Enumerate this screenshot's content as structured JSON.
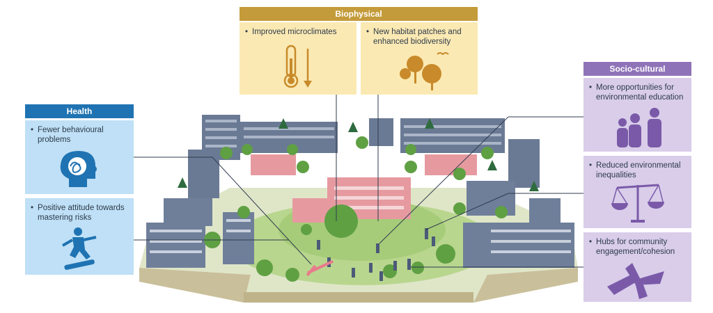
{
  "biophysical": {
    "title": "Biophysical",
    "items": [
      "Improved microclimates",
      "New habitat patches and enhanced biodiversity"
    ],
    "color": "#c39b3a",
    "card_color": "#fbe9b3",
    "icons": [
      "thermometer-icon",
      "trees-birds-icon"
    ]
  },
  "sociocultural": {
    "title": "Socio-cultural",
    "items": [
      "More opportunities for environmental education",
      "Reduced environmental inequalities",
      "Hubs for community engagement/cohesion"
    ],
    "color": "#8f73b8",
    "card_color": "#d9cdea",
    "icons": [
      "teacher-students-icon",
      "balance-scale-icon",
      "joined-hands-icon"
    ]
  },
  "health": {
    "title": "Health",
    "items": [
      "Fewer behavioural problems",
      "Positive attitude towards mastering risks"
    ],
    "color": "#1f73b2",
    "card_color": "#bfe0f6",
    "icons": [
      "tangled-head-icon",
      "skateboarder-icon"
    ]
  }
}
